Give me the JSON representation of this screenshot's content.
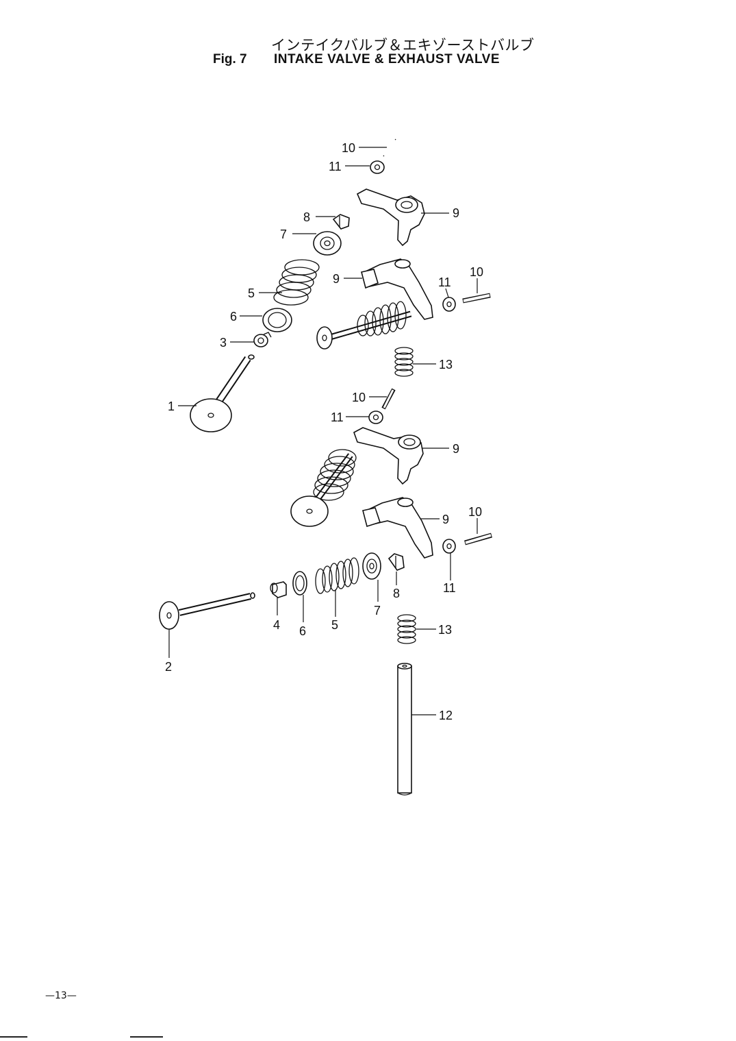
{
  "header": {
    "title_jp": "インテイクバルブ＆エキゾーストバルブ",
    "fig_label": "Fig. 7",
    "title_en": "INTAKE VALVE & EXHAUST VALVE"
  },
  "callouts": {
    "c1": "1",
    "c2": "2",
    "c3": "3",
    "c4": "4",
    "c5a": "5",
    "c5b": "5",
    "c6a": "6",
    "c6b": "6",
    "c7a": "7",
    "c7b": "7",
    "c8a": "8",
    "c8b": "8",
    "c9a": "9",
    "c9b": "9",
    "c9c": "9",
    "c9d": "9",
    "c10a": "10",
    "c10b": "10",
    "c10c": "10",
    "c10d": "10",
    "c11a": "11",
    "c11b": "11",
    "c11c": "11",
    "c11d": "11",
    "c12": "12",
    "c13a": "13",
    "c13b": "13"
  },
  "footer": {
    "page_number": "—13—"
  }
}
